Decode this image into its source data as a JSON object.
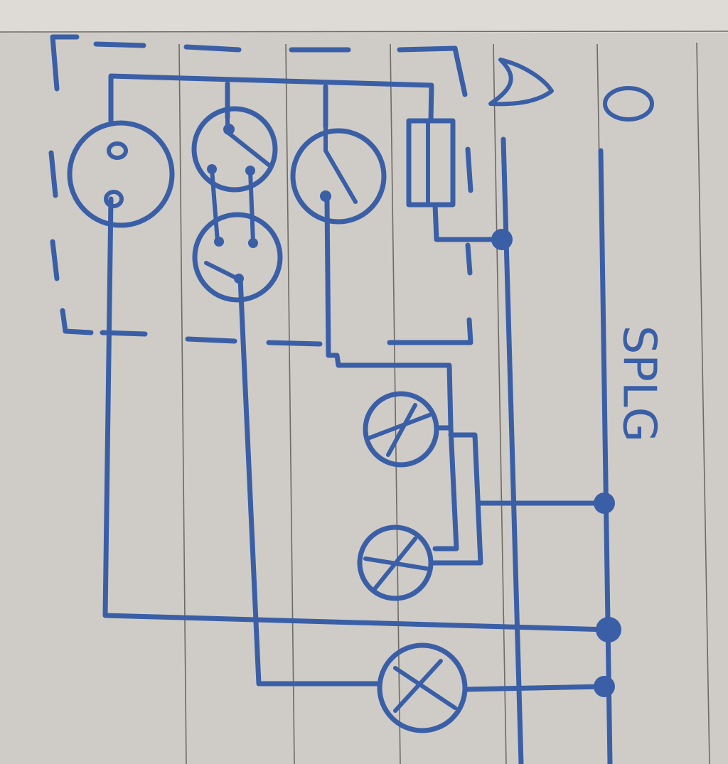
{
  "diagram": {
    "phase_label": "A",
    "neutral_label": "0",
    "note_text": "SPLG",
    "colors": {
      "paper": "#cfccc7",
      "ink": "#3a5fa6",
      "rule": "#6d6b67"
    }
  }
}
